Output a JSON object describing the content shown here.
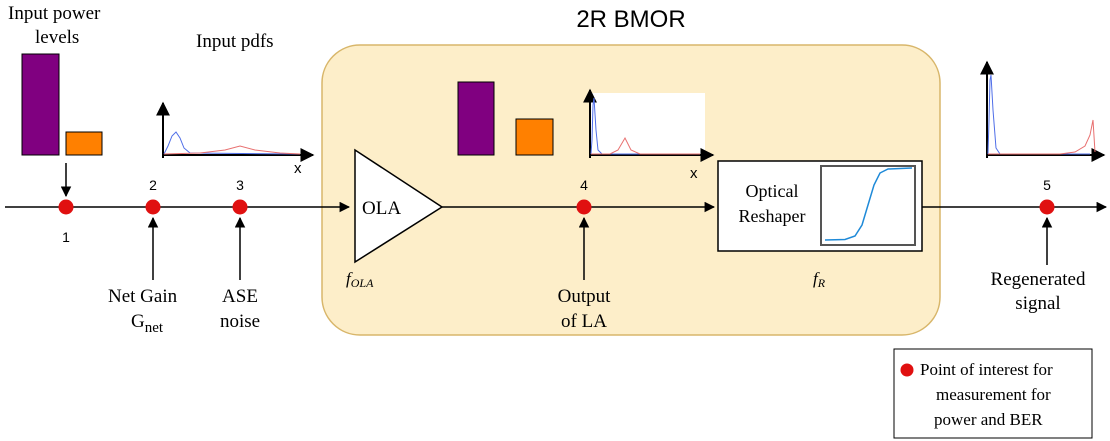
{
  "title": "2R BMOR",
  "colors": {
    "panel_fill": "#fdeec9",
    "panel_stroke": "#d8b66a",
    "bar_purple": "#800080",
    "bar_orange": "#ff8000",
    "point_red": "#e01010",
    "pdf_blue": "#4f6ee8",
    "pdf_red": "#e87070",
    "sigmoid": "#1f8ad8"
  },
  "labels": {
    "input_power_line1": "Input power",
    "input_power_line2": "levels",
    "input_pdfs": "Input pdfs",
    "net_gain": "Net Gain",
    "g_net_main": "G",
    "g_net_sub": "net",
    "ase_line1": "ASE",
    "ase_line2": "noise",
    "f_ola_main": "f",
    "f_ola_sub": "OLA",
    "ola": "OLA",
    "output_la_line1": "Output",
    "output_la_line2": "of LA",
    "optical": "Optical",
    "reshaper": "Reshaper",
    "f_r_main": "f",
    "f_r_sub": "R",
    "regenerated_line1": "Regenerated",
    "regenerated_line2": "signal",
    "axis_x": "x"
  },
  "points": [
    "1",
    "2",
    "3",
    "4",
    "5"
  ],
  "legend": {
    "line1": "Point of interest for",
    "line2": "measurement for",
    "line3": "power and BER"
  },
  "icons": {
    "point": "red-dot-icon",
    "amplifier": "triangle-amplifier-icon"
  }
}
